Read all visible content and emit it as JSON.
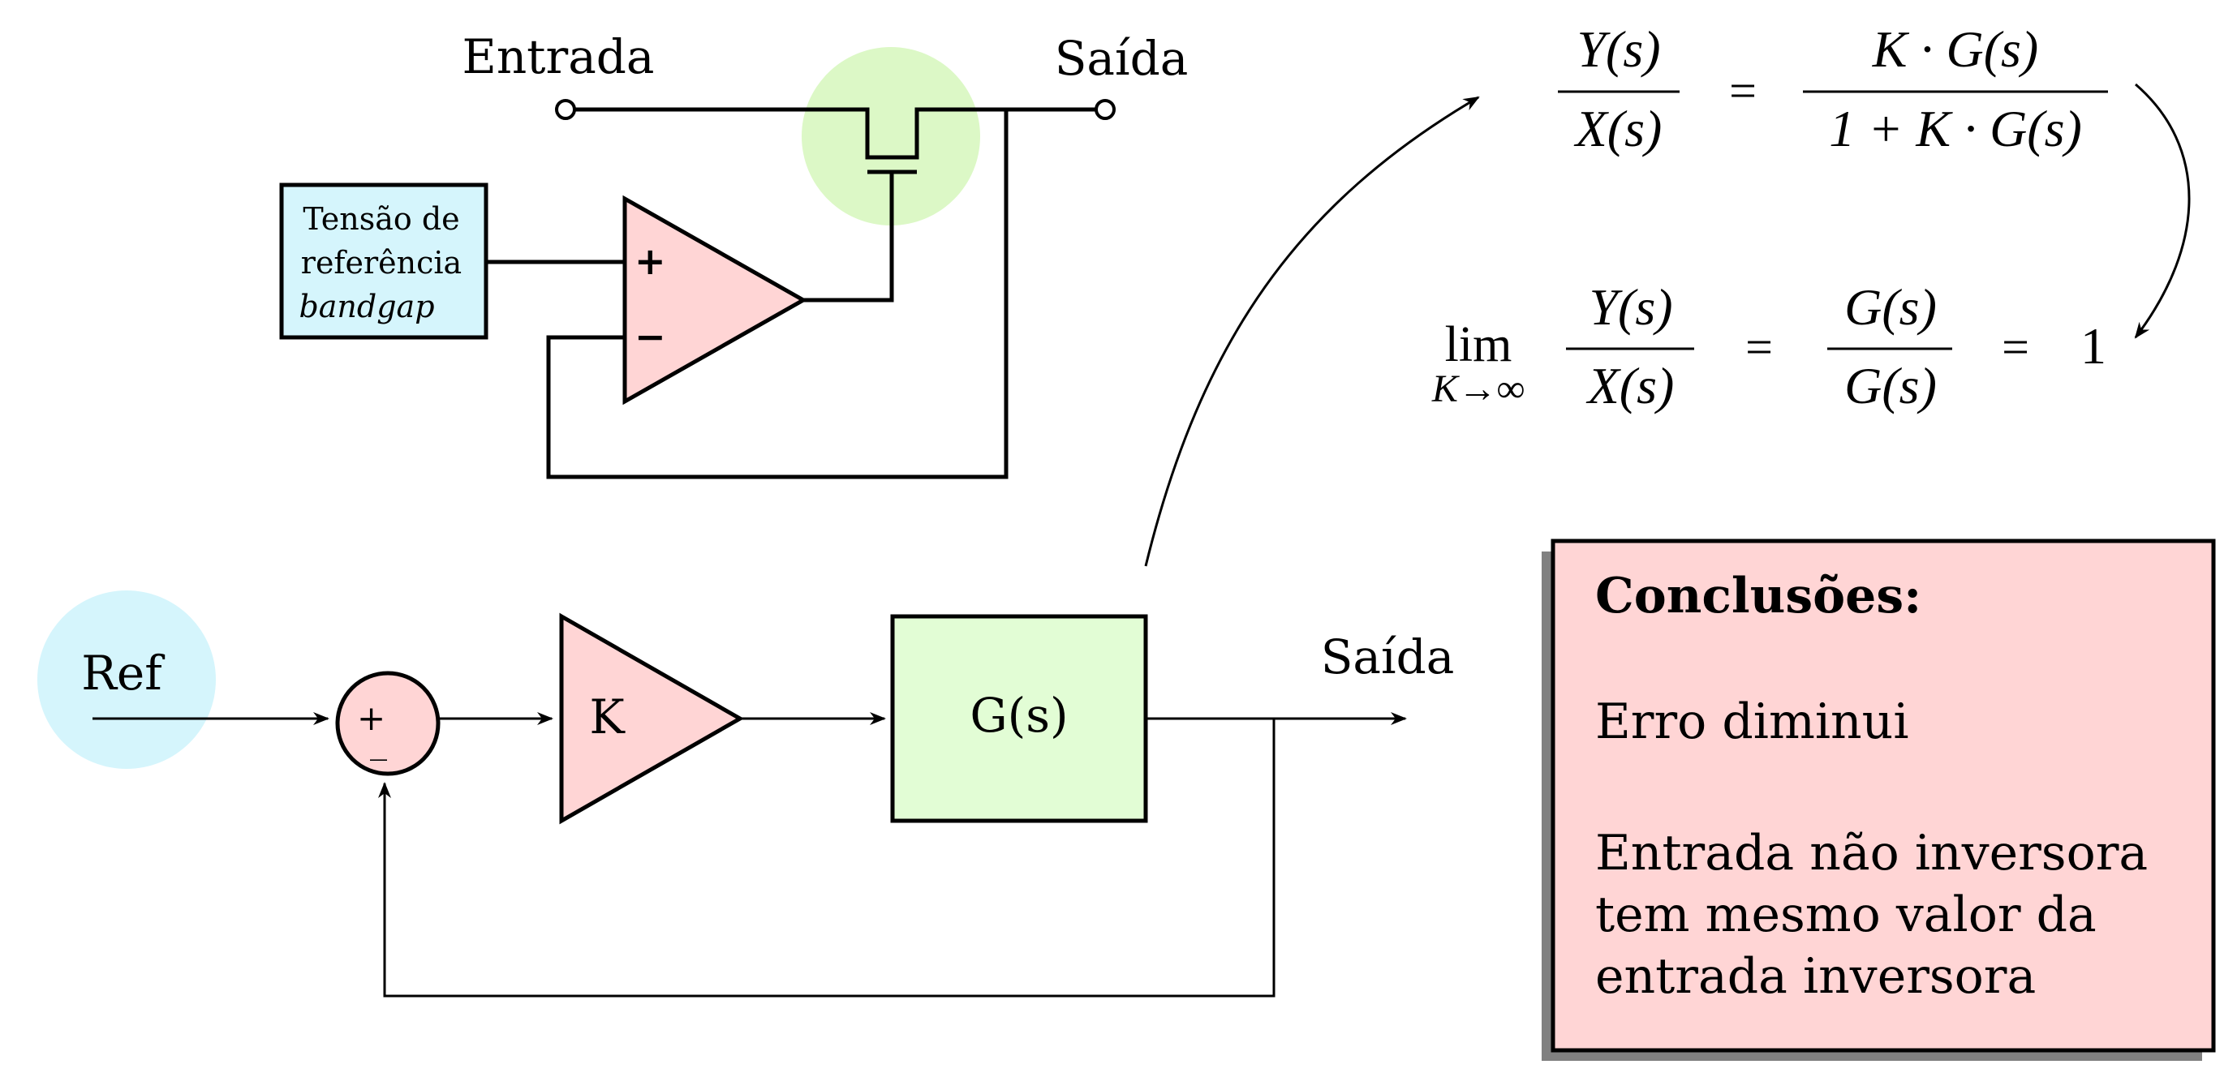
{
  "colors": {
    "opamp_fill": "#ffd5d5",
    "ref_box_fill": "#d5f5fc",
    "mosfet_highlight": "#dcf8c6",
    "ref_circle": "#d5f5fc",
    "summer_fill": "#ffd5d5",
    "gain_fill": "#ffd5d5",
    "plant_fill": "#e2fdd5",
    "conclusions_fill": "#ffd5d5",
    "conclusions_shadow": "#808080"
  },
  "circuit": {
    "input_label": "Entrada",
    "output_label": "Saída",
    "reference_lines": [
      "Tensão de",
      "referência"
    ],
    "reference_italic": "bandgap",
    "plus_sign": "+",
    "minus_sign": "−"
  },
  "equations": {
    "ratio_num": "Y(s)",
    "ratio_den": "X(s)",
    "equals": "=",
    "tf_num": "K · G(s)",
    "tf_den": "1 + K · G(s)",
    "lim_word": "lim",
    "lim_sub": "K→∞",
    "g_num": "G(s)",
    "g_den": "G(s)",
    "one": "1"
  },
  "block_diagram": {
    "ref_label": "Ref",
    "summer_plus": "+",
    "summer_minus": "_",
    "gain_label": "K",
    "plant_label": "G(s)",
    "output_label": "Saída"
  },
  "conclusions": {
    "title": "Conclusões:",
    "line1": "Erro diminui",
    "line2": [
      "Entrada não inversora",
      "tem mesmo valor da",
      "entrada inversora"
    ]
  }
}
